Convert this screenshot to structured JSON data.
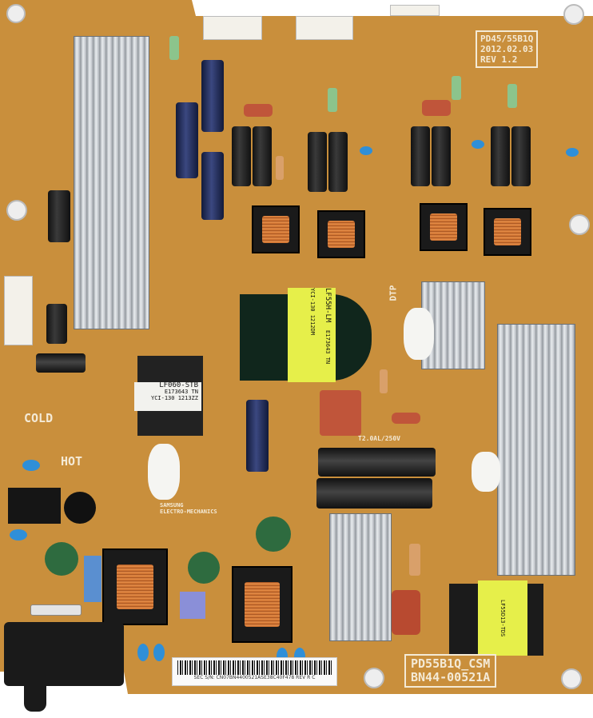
{
  "board": {
    "model_box": {
      "line1": "PD45/55B1Q",
      "line2": "2012.02.03",
      "line3": "REV 1.2"
    },
    "bottom_id": {
      "line1": "PD55B1Q_CSM",
      "line2": "BN44-00521A"
    },
    "zone_labels": {
      "cold": "COLD",
      "hot": "HOT",
      "dtp": "DTP"
    },
    "maker": {
      "line1": "SAMSUNG",
      "line2": "ELECTRO-MECHANICS"
    },
    "fuse_rating": "T2.0AL/250V",
    "transformer_small": {
      "model": "LF060-STB",
      "line2": "E173643 TN",
      "line3": "YCI-130 1213ZZ"
    },
    "transformer_main": {
      "model": "LF55H-LM",
      "line2": "E173643 TN",
      "line3": "YCI-130 1212DM"
    },
    "transformer_bottom": {
      "model": "LF55D13-TDS"
    },
    "barcode_text": "SEC S/N: CN07BN4400521ASE38C40F478 REV R C",
    "colors": {
      "pcb": "#c98f3c",
      "silkscreen": "#f4ead6",
      "heatsink": "#c3c7cc",
      "transformer_label": "#e6ef4a"
    }
  }
}
